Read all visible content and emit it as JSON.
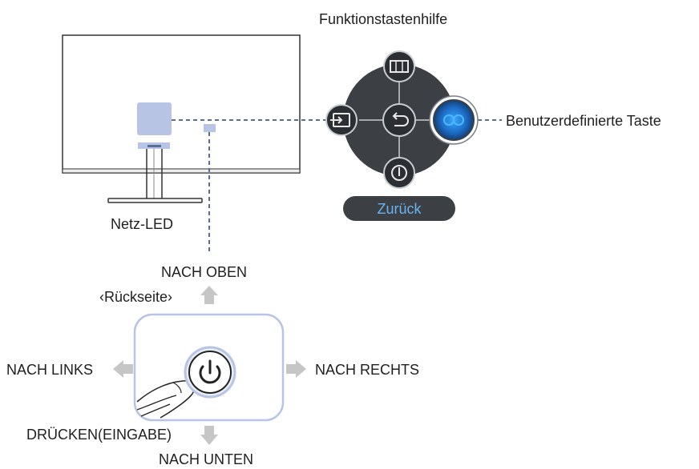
{
  "guide_title": "Funktionstastenhilfe",
  "labels": {
    "custom_key": "Benutzerdefinierte Taste",
    "power_led": "Netz-LED",
    "rear_side": "‹Rückseite›",
    "up": "NACH OBEN",
    "left": "NACH LINKS",
    "right": "NACH RECHTS",
    "press": "DRÜCKEN(EINGABE)",
    "down": "NACH UNTEN"
  },
  "osd": {
    "back_label": "Zurück",
    "icons": {
      "top": "picture-mode-icon",
      "left": "input-source-icon",
      "center": "return-icon",
      "right": "custom-key-icon",
      "bottom": "power-off-icon"
    }
  },
  "colors": {
    "dashed_line": "#5a6e96",
    "osd_background": "#3c4045",
    "highlight": "#2b7fd8",
    "arrow": "#c6c6c6",
    "back_label_text": "#69b4f0",
    "joystick_zone": "#b8c4e4"
  }
}
